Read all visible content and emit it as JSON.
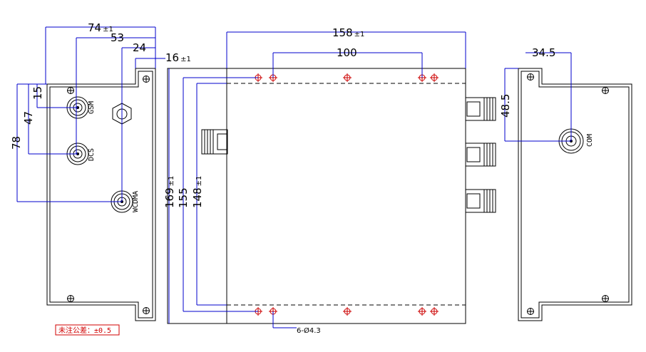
{
  "dimensions": {
    "left_view": {
      "d74": "74",
      "d74_tol": "±1",
      "d53": "53",
      "d24": "24",
      "d16": "16",
      "d16_tol": "±1",
      "d15": "15",
      "d47": "47",
      "d78": "78"
    },
    "front_view": {
      "d158": "158",
      "d158_tol": "±1",
      "d100": "100",
      "d169": "169",
      "d169_tol": "±1",
      "d155": "155",
      "d148": "148",
      "d148_tol": "±1",
      "holes": "6-Ø4.3"
    },
    "right_view": {
      "d34_5": "34.5",
      "d48_5": "48.5"
    }
  },
  "ports": {
    "gsm": "GSM",
    "dcs": "DCS",
    "wcdma": "WCDMA",
    "com": "COM"
  },
  "note": "未注公差：±0.5",
  "colors": {
    "outline": "#000000",
    "dimension": "#0000cc",
    "hole": "#cc0000",
    "note": "#d00000"
  }
}
